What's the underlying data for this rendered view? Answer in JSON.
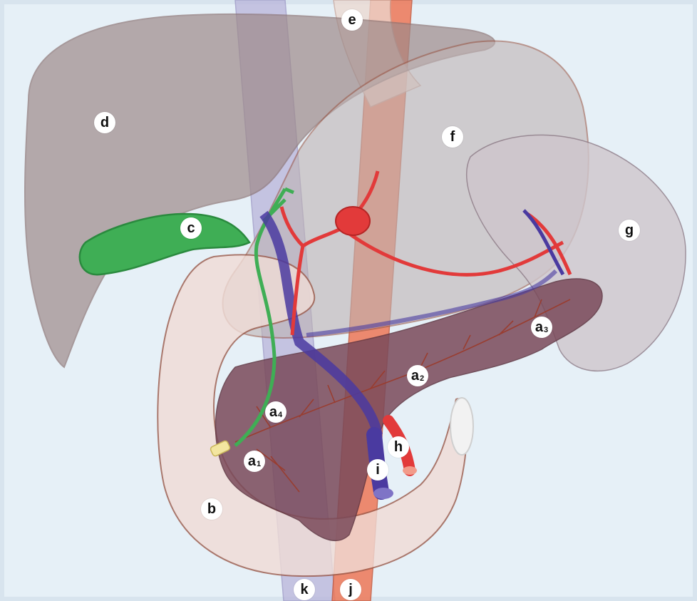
{
  "labels": {
    "a1": {
      "main": "a",
      "sub": "1"
    },
    "a2": {
      "main": "a",
      "sub": "2"
    },
    "a3": {
      "main": "a",
      "sub": "3"
    },
    "a4": {
      "main": "a",
      "sub": "4"
    },
    "b": "b",
    "c": "c",
    "d": "d",
    "e": "e",
    "f": "f",
    "g": "g",
    "h": "h",
    "i": "i",
    "j": "j",
    "k": "k"
  },
  "colors": {
    "background": "#e6f0f7",
    "border": "#d8e4ee",
    "liver": "#9e8a8a",
    "stomach": "#bfb3b3",
    "spleen": "#cfc6cc",
    "duodenum": "#f0dcd6",
    "pancreas": "#7a4a5a",
    "gallbladder": "#3fae55",
    "artery": "#e23a3a",
    "aorta": "#ee7858",
    "vein": "#4a3aa0",
    "vena_cava": "#b9b4da",
    "esophagus": "#ecd8d0",
    "outline": "#9b5a4a"
  }
}
